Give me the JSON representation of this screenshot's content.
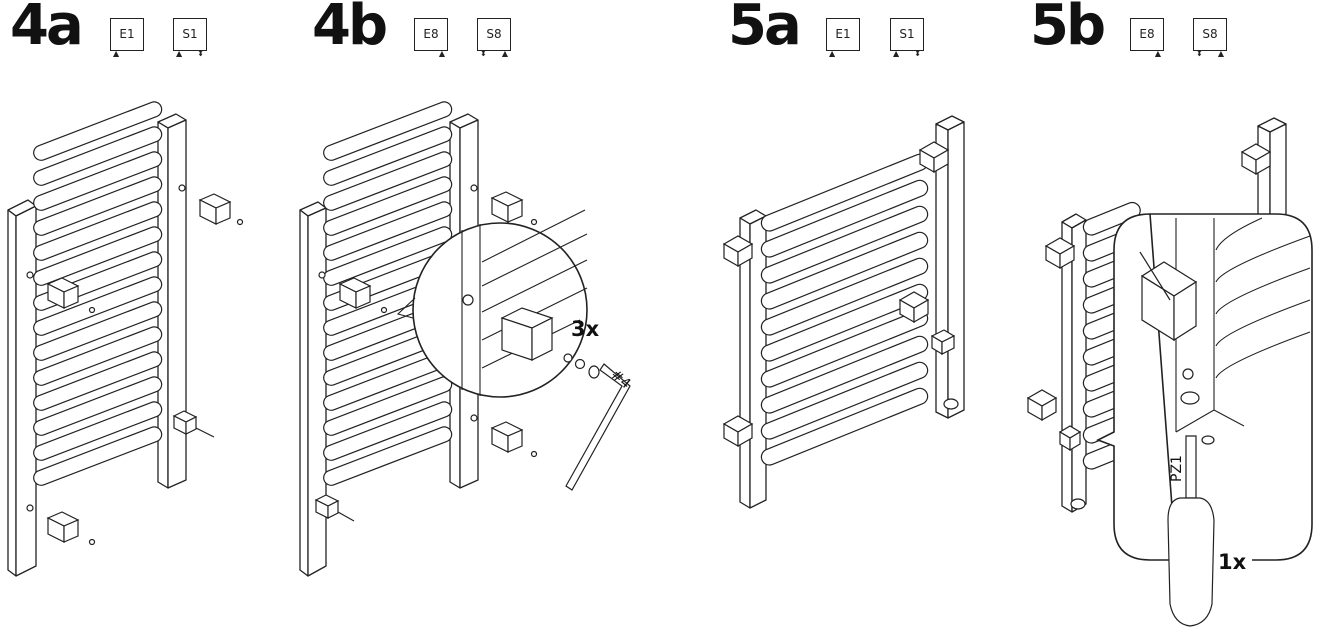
{
  "steps": [
    {
      "number": "4a",
      "codes": [
        "E1",
        "S1"
      ]
    },
    {
      "number": "4b",
      "codes": [
        "E8",
        "S8"
      ]
    },
    {
      "number": "5a",
      "codes": [
        "E1",
        "S1"
      ]
    },
    {
      "number": "5b",
      "codes": [
        "E8",
        "S8"
      ]
    }
  ],
  "callouts": {
    "step_4b_quantity": "3x",
    "step_4b_tool": "#4",
    "step_5b_tool": "PZ1",
    "step_5b_quantity": "1x"
  }
}
